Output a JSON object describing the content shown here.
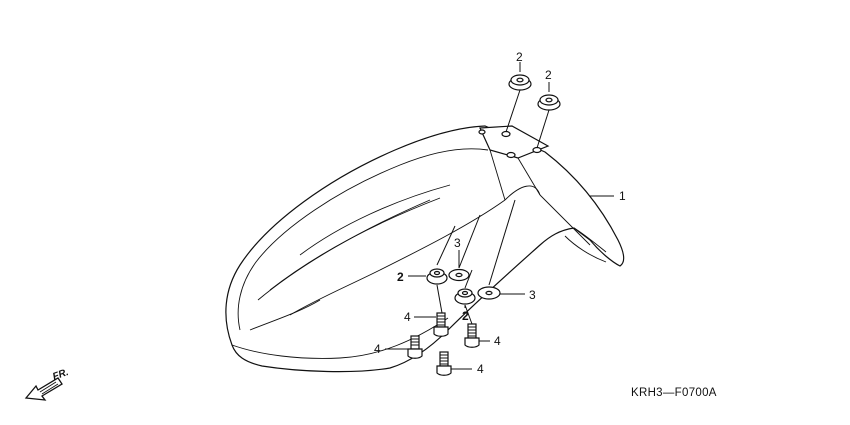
{
  "diagram_code": "KRH3—F0700A",
  "direction_label": "FR.",
  "callouts": {
    "fender": "1",
    "grommet": "2",
    "washer": "3",
    "bolt": "4"
  }
}
